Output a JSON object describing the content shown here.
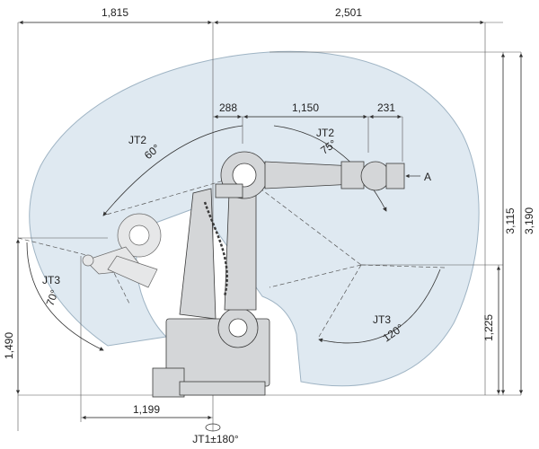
{
  "dimensions": {
    "top_left": "1,815",
    "top_right": "2,501",
    "arm_segment_1": "288",
    "arm_segment_2": "1,150",
    "arm_segment_3": "231",
    "height_total": "3,190",
    "height_reach": "3,115",
    "height_jt3": "1,225",
    "height_left": "1,490",
    "bottom_reach": "1,199"
  },
  "labels": {
    "jt2_left": "JT2",
    "jt2_left_angle": "60°",
    "jt2_right": "JT2",
    "jt2_right_angle": "75°",
    "jt3_left": "JT3",
    "jt3_left_angle": "70°",
    "jt3_right": "JT3",
    "jt3_right_angle": "120°",
    "jt1": "JT1±180°",
    "view_marker": "A"
  },
  "colors": {
    "envelope_fill": "#dfe9f1",
    "envelope_stroke": "#9fb4c4",
    "robot_fill": "#d4d6d8",
    "robot_stroke": "#3a3a3a",
    "line": "#333333"
  }
}
